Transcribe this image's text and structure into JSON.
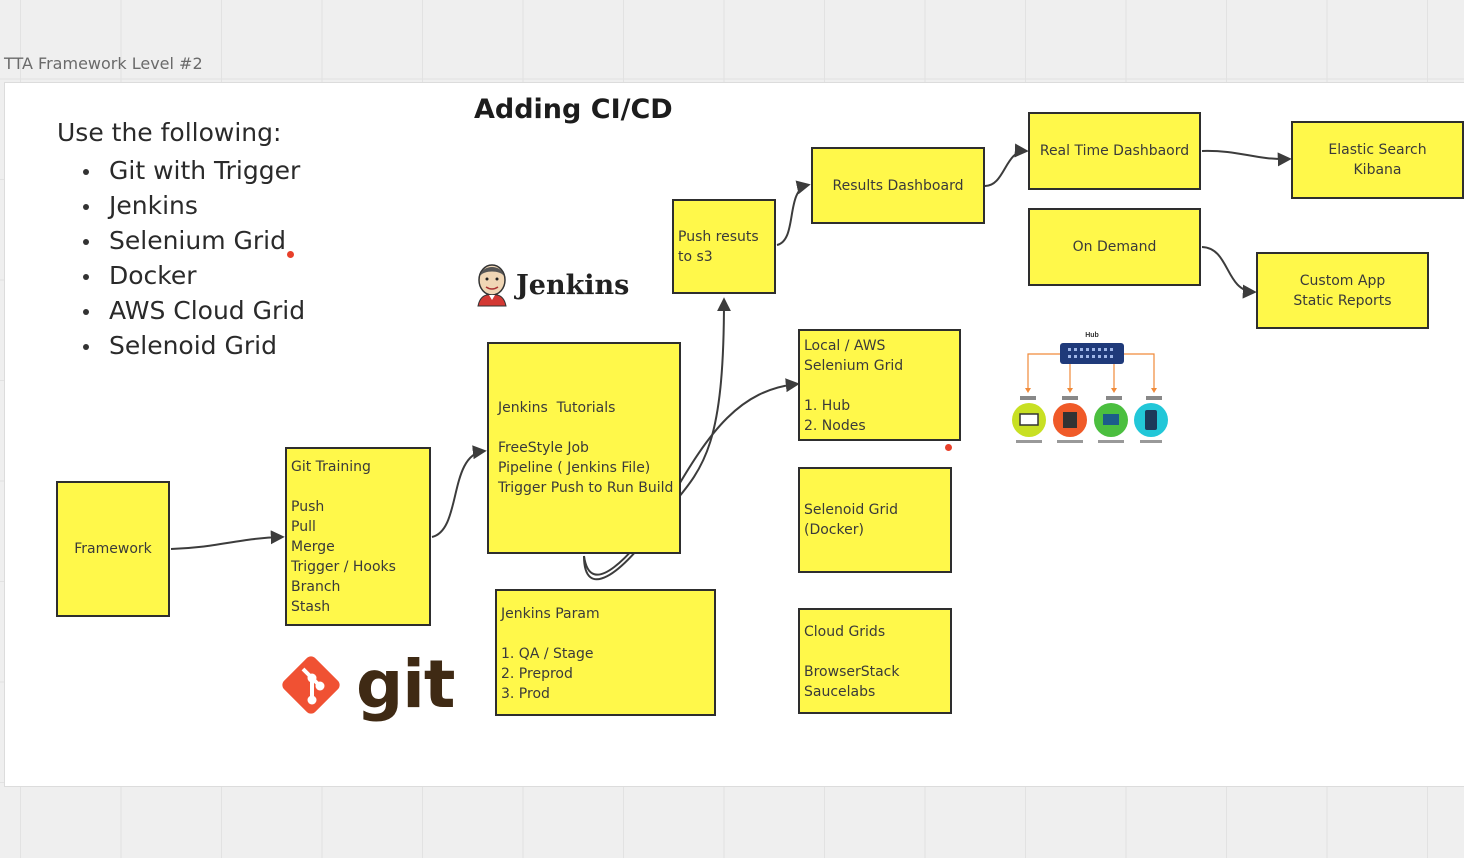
{
  "frame_title": "TTA Framework Level #2",
  "heading": "Adding CI/CD",
  "intro": {
    "title": "Use the following:",
    "items": [
      "Git with Trigger",
      "Jenkins",
      "Selenium Grid",
      "Docker",
      "AWS Cloud Grid",
      "Selenoid Grid"
    ]
  },
  "logos": {
    "jenkins_text": "Jenkins",
    "git_text": "git"
  },
  "notes": {
    "framework": "Framework",
    "git_training": [
      "Git Training",
      "",
      "Push",
      "Pull",
      "Merge",
      "Trigger / Hooks",
      "Branch",
      "Stash"
    ],
    "jenkins_tutorials": [
      "Jenkins  Tutorials",
      "",
      "FreeStyle Job",
      "Pipeline ( Jenkins File)",
      "Trigger Push to Run Build"
    ],
    "jenkins_param": [
      "Jenkins Param",
      "",
      "1. QA / Stage",
      "2. Preprod",
      "3. Prod"
    ],
    "push_results": "Push resuts to s3",
    "results_dashboard": "Results Dashboard",
    "real_time_dashboard": "Real Time Dashbaord",
    "elastic": [
      "Elastic Search",
      "Kibana"
    ],
    "on_demand": "On Demand",
    "custom_app": [
      "Custom App",
      "Static Reports"
    ],
    "local_aws": [
      "Local / AWS",
      "Selenium Grid",
      "",
      "1. Hub",
      "2. Nodes"
    ],
    "selenoid": [
      "Selenoid Grid",
      "(Docker)"
    ],
    "cloud_grids": [
      "Cloud Grids",
      "",
      "BrowserStack",
      "Saucelabs"
    ]
  },
  "hub_diagram": {
    "label": "Hub"
  },
  "colors": {
    "note_fill": "#fff84a",
    "red_dot": "#e8402a"
  }
}
